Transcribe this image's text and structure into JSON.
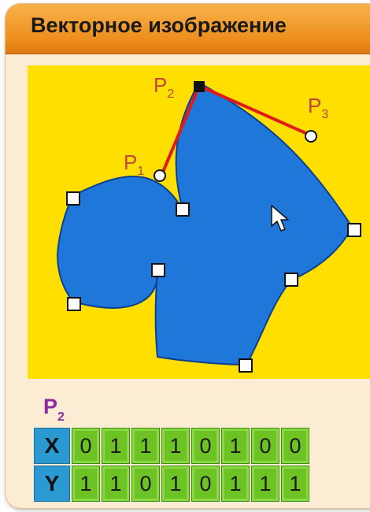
{
  "title": "Векторное изображение",
  "colors": {
    "header": "#ec8d1c",
    "canvas_background": "#ffdf00",
    "shape_fill": "#1f77d9",
    "handle_lines": "#e11a1a",
    "label_color": "#c2443c",
    "bit_header": "#2b9ad3",
    "bit_cell": "#6cc323"
  },
  "control_points": [
    {
      "name": "P",
      "sub": "1"
    },
    {
      "name": "P",
      "sub": "2"
    },
    {
      "name": "P",
      "sub": "3"
    }
  ],
  "selected_point": {
    "name": "P",
    "sub": "2"
  },
  "bits": {
    "x_label": "X",
    "x_values": [
      "0",
      "1",
      "1",
      "1",
      "0",
      "1",
      "0",
      "0"
    ],
    "y_label": "Y",
    "y_values": [
      "1",
      "1",
      "0",
      "1",
      "0",
      "1",
      "1",
      "1"
    ]
  },
  "icons": [
    "mouse-cursor-icon",
    "anchor-node-icon",
    "control-point-icon"
  ]
}
